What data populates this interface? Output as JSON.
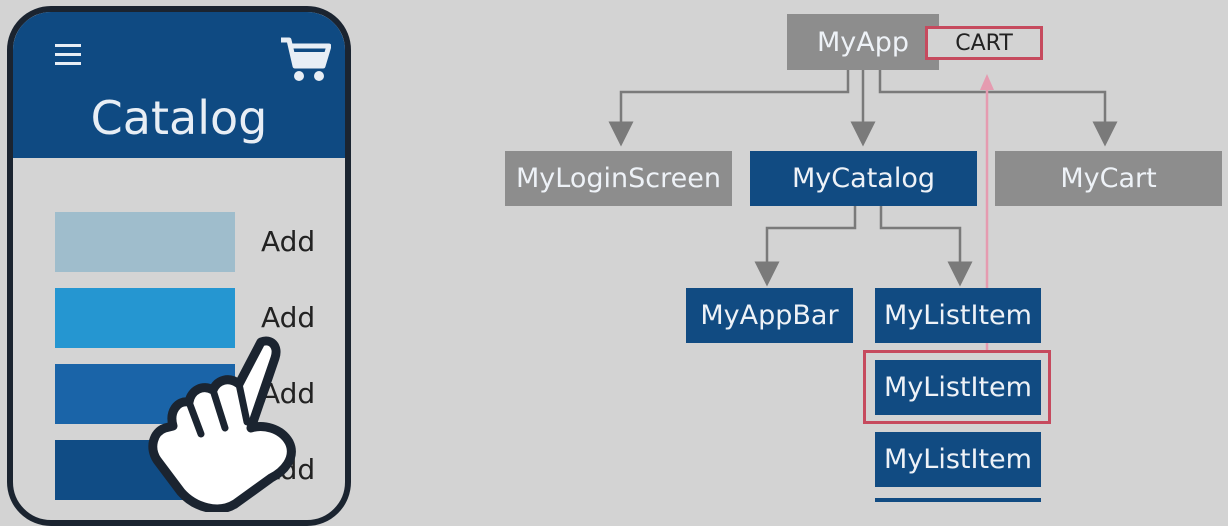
{
  "phone": {
    "title": "Catalog",
    "menu_icon": "hamburger-menu-icon",
    "cart_icon": "shopping-cart-icon",
    "items": [
      {
        "color": "#9fbdcc",
        "action": "Add"
      },
      {
        "color": "#2596d1",
        "action": "Add"
      },
      {
        "color": "#1a64a8",
        "action": "Add"
      },
      {
        "color": "#104c85",
        "action": "Add"
      }
    ],
    "pointer_icon": "pointing-hand-icon"
  },
  "diagram": {
    "root": "MyApp",
    "root_state": "CART",
    "level1": [
      "MyLoginScreen",
      "MyCatalog",
      "MyCart"
    ],
    "level2": [
      "MyAppBar",
      "MyListItem"
    ],
    "list_items": [
      "MyListItem",
      "MyListItem"
    ],
    "colors": {
      "gray_node": "#8d8d8d",
      "blue_node": "#114b82",
      "highlight": "#c64a5e",
      "arrow": "#7a7a7a",
      "update_line": "#e59bb0"
    }
  }
}
